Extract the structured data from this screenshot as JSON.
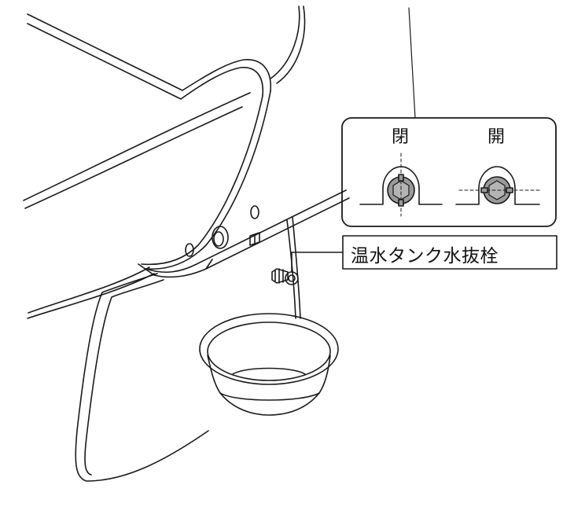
{
  "diagram": {
    "inset": {
      "closed_label": "閉",
      "open_label": "開"
    },
    "callout": {
      "label": "温水タンク水抜栓"
    }
  }
}
